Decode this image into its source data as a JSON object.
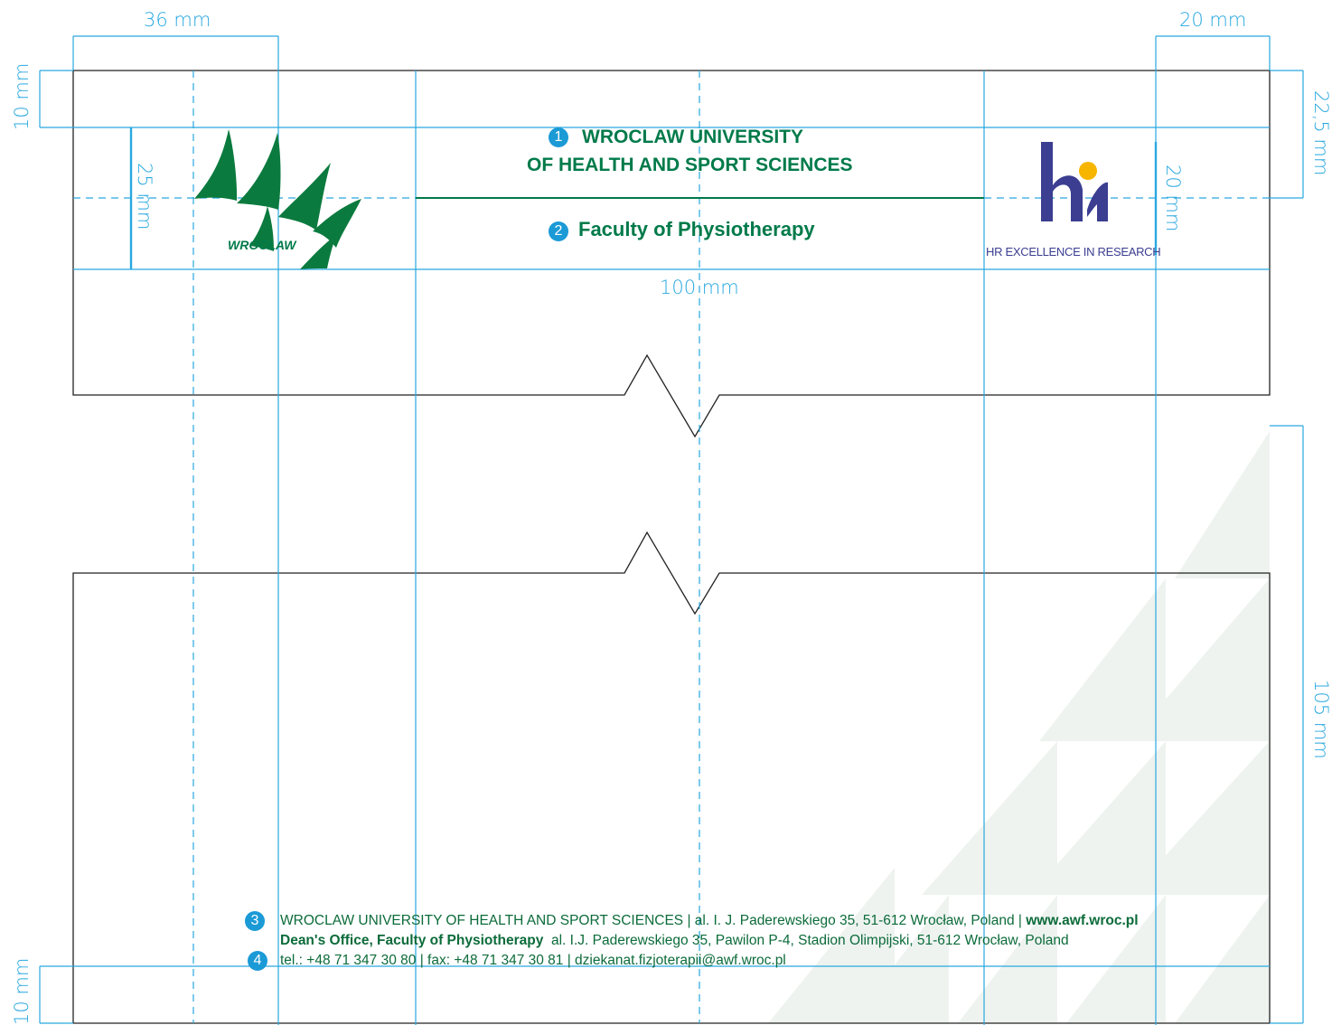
{
  "dimensions": {
    "left_width": "36 mm",
    "right_width": "20 mm",
    "top_margin": "10 mm",
    "logo_height": "25 mm",
    "header_height": "22,5 mm",
    "hr_logo_height": "20 mm",
    "center_width": "100 mm",
    "bottom_height": "105 mm",
    "bottom_margin": "10 mm"
  },
  "header": {
    "marker1": "1",
    "university_line1": "WROCLAW UNIVERSITY",
    "university_line2": "OF HEALTH AND SPORT SCIENCES",
    "marker2": "2",
    "faculty": "Faculty of Physiotherapy"
  },
  "logo": {
    "city": "WROCŁAW",
    "icon": "awf-sails-logo"
  },
  "hr_logo": {
    "icon": "hr-excellence-logo",
    "caption": "HR EXCELLENCE IN RESEARCH"
  },
  "footer": {
    "marker3": "3",
    "marker4": "4",
    "line1_text": "WROCLAW UNIVERSITY OF HEALTH AND SPORT SCIENCES | al. I. J. Paderewskiego 35, 51-612 Wrocław, Poland | ",
    "line1_url": "www.awf.wroc.pl",
    "line2_bold": "Dean's Office, Faculty of Physiotherapy",
    "line2_text": "  al. I.J. Paderewskiego 35, Pawilon P-4, Stadion Olimpijski, 51-612 Wrocław, Poland",
    "line3_text": "tel.: +48 71 347 30 80 | fax: +48 71 347 30 81 | dziekanat.fizjoterapii@awf.wroc.pl"
  },
  "colors": {
    "guide": "#29a8e0",
    "brand_green": "#007a4a",
    "hr_blue": "#3b3e91",
    "hr_yellow": "#f7b500",
    "outline": "#222222"
  }
}
